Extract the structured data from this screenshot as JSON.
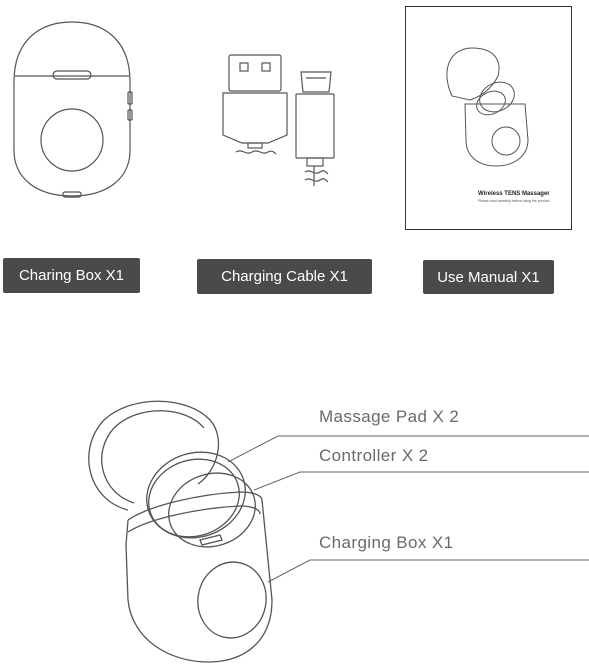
{
  "top_labels": {
    "charging_box": "Charing Box X1",
    "charging_cable": "Charging Cable X1",
    "use_manual": "Use Manual X1"
  },
  "manual_cover": {
    "title": "Wireless TENS Massager",
    "subtitle": "Please read carefully before using the product."
  },
  "callouts": {
    "massage_pad": "Massage Pad X 2",
    "controller": "Controller X 2",
    "charging_box": "Charging Box X1"
  },
  "colors": {
    "label_bg": "#4a4a4c",
    "label_text": "#ffffff",
    "line_art": "#555555",
    "callout_text": "#6a6a6a"
  }
}
